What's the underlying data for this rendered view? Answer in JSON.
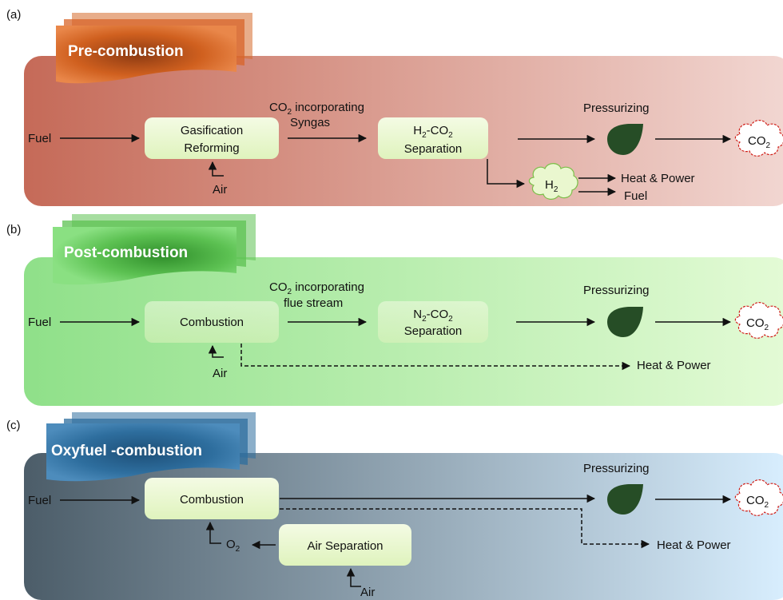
{
  "panels": {
    "a": {
      "label": "(a)",
      "banner": "Pre-combustion",
      "fuel": "Fuel",
      "box1": [
        "Gasification",
        "Reforming"
      ],
      "air": "Air",
      "flow": [
        "CO",
        "2",
        " incorporating",
        "Syngas"
      ],
      "box2": [
        "H",
        "2",
        "-CO",
        "2",
        "Separation"
      ],
      "pressurizing": "Pressurizing",
      "co2": [
        "CO",
        "2"
      ],
      "h2": [
        "H",
        "2"
      ],
      "out1": "Heat & Power",
      "out2": "Fuel"
    },
    "b": {
      "label": "(b)",
      "banner": "Post-combustion",
      "fuel": "Fuel",
      "box1": "Combustion",
      "air": "Air",
      "flow": [
        "CO",
        "2",
        " incorporating",
        "flue stream"
      ],
      "box2": [
        "N",
        "2",
        "-CO",
        "2",
        "Separation"
      ],
      "pressurizing": "Pressurizing",
      "co2": [
        "CO",
        "2"
      ],
      "out1": "Heat & Power"
    },
    "c": {
      "label": "(c)",
      "banner": "Oxyfuel -combustion",
      "fuel": "Fuel",
      "box1": "Combustion",
      "o2": [
        "O",
        "2"
      ],
      "box2": "Air Separation",
      "air": "Air",
      "pressurizing": "Pressurizing",
      "co2": [
        "CO",
        "2"
      ],
      "out1": "Heat & Power"
    }
  },
  "colors": {
    "panel_a": "#c97b6a",
    "panel_b": "#9fe59a",
    "panel_c": "#4f6372",
    "banner_a": "#d0601f",
    "banner_b": "#5cc152",
    "banner_c": "#2e6e9e",
    "box": "#eaf7cf",
    "leaf": "#264d26",
    "co2_cloud": "#d0201a"
  },
  "icons": [
    "leaf-icon",
    "co2-cloud-icon",
    "h2-cloud-icon",
    "arrow-icon"
  ]
}
